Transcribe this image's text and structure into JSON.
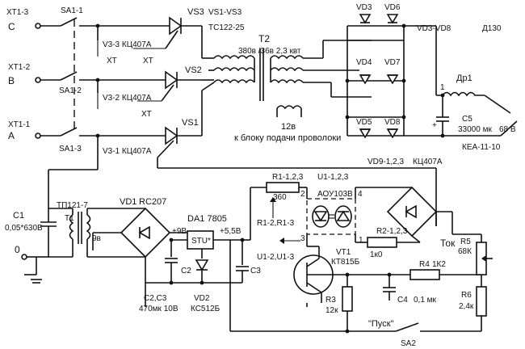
{
  "inputs": {
    "c": {
      "connector": "XT1-3",
      "phase": "C"
    },
    "b": {
      "connector": "XT1-2",
      "phase": "B"
    },
    "a": {
      "connector": "XT1-1",
      "phase": "A"
    }
  },
  "switch_poles": {
    "sa11": "SA1-1",
    "sa12": "SA1-2",
    "sa13": "SA1-3"
  },
  "thyristors": {
    "vs3": "VS3",
    "vs2": "VS2",
    "vs1": "VS1",
    "group": "VS1-VS3",
    "group_type": "ТС122-25",
    "opto3": "V3-3 КЦ407А",
    "opto2": "V3-2 КЦ407А",
    "opto1": "V3-1 КЦ407А",
    "xt": "XT"
  },
  "transformer_t2": {
    "ref": "T2",
    "rating": "380в /36в 2,3 квт",
    "winding": "12в",
    "note": "к блоку подачи проволоки"
  },
  "rectifier": {
    "vd3": "VD3",
    "vd4": "VD4",
    "vd5": "VD5",
    "vd6": "VD6",
    "vd7": "VD7",
    "vd8": "VD8",
    "group": "VD3-VD8",
    "type": "Д130"
  },
  "output_filter": {
    "choke": "Др1",
    "choke_pin": "1",
    "cap": "C5",
    "cap_value": "33000 мк",
    "cap_voltage": "68 В",
    "cap_type": "КЕА-11-10",
    "plus": "+"
  },
  "vd9_label": "VD9-1,2,3",
  "vd9_type": "КЦ407А",
  "control": {
    "c1": "C1",
    "c1_value": "0,05*630В",
    "t1_type": "ТП121-7",
    "t1": "T1",
    "t1_out": "9в",
    "vd1": "VD1",
    "vd1_type": "RC207",
    "zero": "0",
    "da1": "DA1 7805",
    "stu": "STU*",
    "v9": "+9В",
    "v55": "+5,5В",
    "c2": "C2",
    "c3": "C3",
    "c23": "C2,C3",
    "c23_value": "470мк 10В",
    "vd2": "VD2",
    "vd2_type": "КС512Б",
    "r1": "R1-1,2,3",
    "r1_value": "360",
    "r12": "R1-2,R1-3",
    "u1": "U1-1,2,3",
    "u1_type": "АОУ103В",
    "u1_23": "U1-2,U1-3",
    "pin2": "2",
    "pin4": "4",
    "pin3": "3",
    "pin1": "1",
    "r2": "R2-1,2,3",
    "r2_value": "1к0",
    "vt1": "VT1",
    "vt1_type": "КТ815Б",
    "r3": "R3",
    "r3_value": "12к",
    "c4": "C4",
    "c4_value": "0,1 мк",
    "r4": "R4",
    "r4_value": "1К2",
    "tok": "Ток",
    "r5": "R5",
    "r5_value": "68К",
    "r6": "R6",
    "r6_value": "2,4к",
    "start": "\"Пуск\"",
    "sa2": "SA2"
  }
}
